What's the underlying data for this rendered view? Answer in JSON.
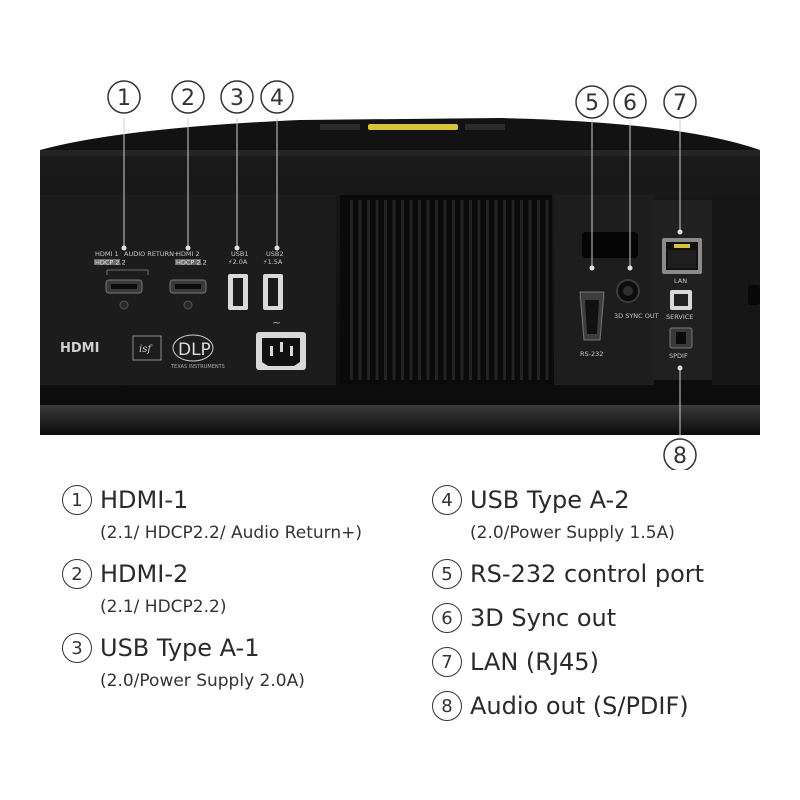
{
  "device": {
    "port_labels": {
      "hdmi1": "HDMI 1",
      "hdmi1_tag": "HDCP 2.2",
      "audio_return": "AUDIO RETURN+",
      "hdmi2": "HDMI 2",
      "hdmi2_tag": "HDCP 2.2",
      "usb1": "USB1",
      "usb1_power": "⚡2.0A",
      "usb2": "USB2",
      "usb2_power": "⚡1.5A",
      "sync": "3D SYNC OUT",
      "rs232": "RS-232",
      "lan": "LAN",
      "service": "SERVICE",
      "spdif": "SPDIF"
    },
    "logos": {
      "hdmi": "HDMI",
      "isf": "isf",
      "dlp": "DLP",
      "ti": "TEXAS INSTRUMENTS"
    },
    "callouts": [
      "1",
      "2",
      "3",
      "4",
      "5",
      "6",
      "7",
      "8"
    ]
  },
  "legend": [
    {
      "num": "1",
      "title": "HDMI-1",
      "sub": "(2.1/ HDCP2.2/ Audio Return+)"
    },
    {
      "num": "2",
      "title": "HDMI-2",
      "sub": "(2.1/ HDCP2.2)"
    },
    {
      "num": "3",
      "title": "USB Type A-1",
      "sub": "(2.0/Power Supply 2.0A)"
    },
    {
      "num": "4",
      "title": "USB Type A-2",
      "sub": "(2.0/Power Supply 1.5A)"
    },
    {
      "num": "5",
      "title": "RS-232 control port"
    },
    {
      "num": "6",
      "title": "3D Sync out"
    },
    {
      "num": "7",
      "title": "LAN (RJ45)"
    },
    {
      "num": "8",
      "title": "Audio out (S/PDIF)"
    }
  ],
  "colors": {
    "body": "#101010",
    "panel": "#1f1f1f",
    "accent": "#d8c23a",
    "text": "#222222"
  }
}
